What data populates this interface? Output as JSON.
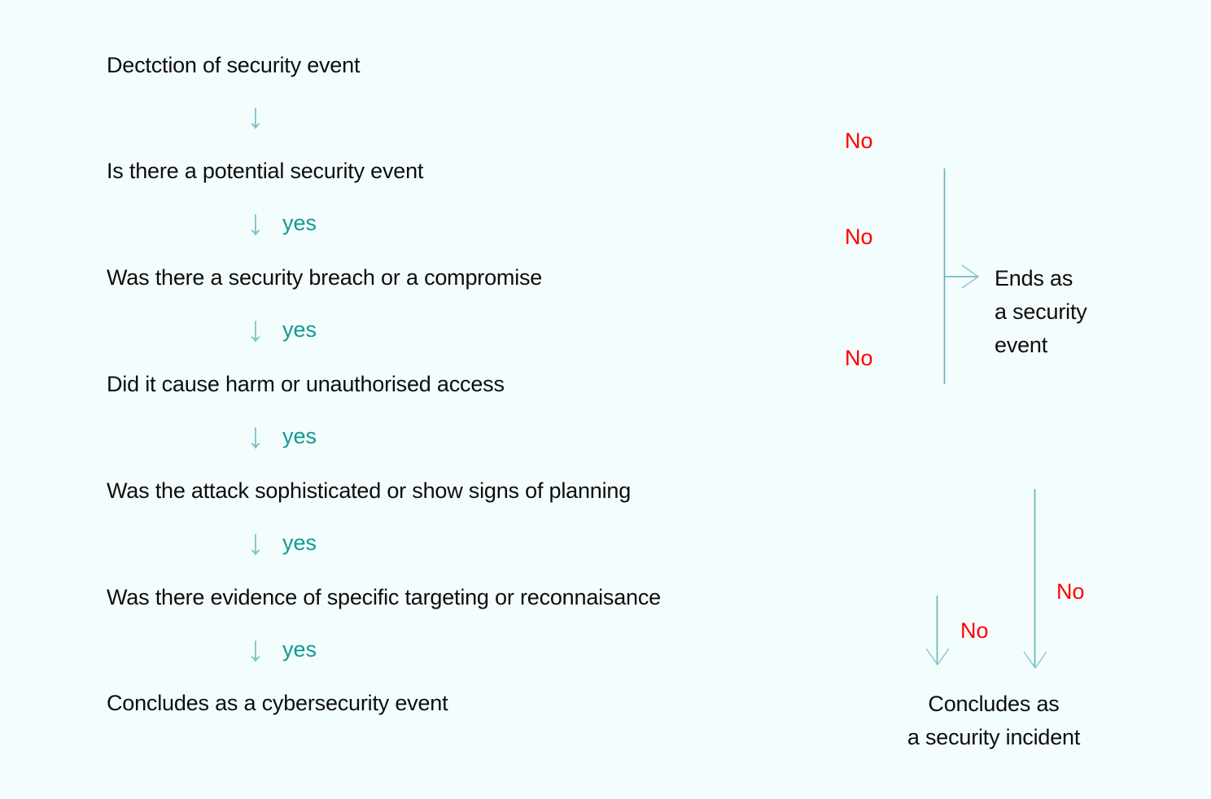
{
  "background_color": "#f4fdfd",
  "colors": {
    "text": "#0d0d0d",
    "yes": "#0e9a96",
    "no": "#fe0000",
    "connector": "#5fb2b8",
    "arrow_glyph": "#7ec4c8"
  },
  "flow": {
    "nodes": [
      {
        "id": "detection",
        "label": "Dectction of security event"
      },
      {
        "id": "q1",
        "label": "Is there a potential security event"
      },
      {
        "id": "q2",
        "label": "Was there a security breach or a compromise"
      },
      {
        "id": "q3",
        "label": "Did it cause harm or unauthorised access"
      },
      {
        "id": "q4",
        "label": "Was the attack sophisticated or show signs of planning"
      },
      {
        "id": "q5",
        "label": "Was there evidence of specific targeting or reconnaisance"
      },
      {
        "id": "conclusion",
        "label": "Concludes as a cybersecurity event"
      }
    ],
    "yes_edges": [
      {
        "id": "yes1",
        "label": "yes",
        "icon": "down-arrow-icon"
      },
      {
        "id": "yes2",
        "label": "yes",
        "icon": "down-arrow-icon"
      },
      {
        "id": "yes3",
        "label": "yes",
        "icon": "down-arrow-icon"
      },
      {
        "id": "yes4",
        "label": "yes",
        "icon": "down-arrow-icon"
      }
    ],
    "plain_edges": [
      {
        "id": "edge0",
        "label": "",
        "icon": "down-arrow-icon"
      }
    ],
    "no_edges": [
      {
        "id": "no1",
        "label": "No",
        "from": "q1",
        "to": "ends-as-security-event"
      },
      {
        "id": "no2",
        "label": "No",
        "from": "q2",
        "to": "ends-as-security-event"
      },
      {
        "id": "no3",
        "label": "No",
        "from": "q3",
        "to": "ends-as-security-event"
      },
      {
        "id": "no4",
        "label": "No",
        "from": "q4",
        "to": "concludes-as-security-incident"
      },
      {
        "id": "no5",
        "label": "No",
        "from": "q5",
        "to": "concludes-as-security-incident"
      }
    ],
    "terminals": [
      {
        "id": "ends-as-security-event",
        "lines": [
          "Ends as",
          "a security",
          "event"
        ],
        "line1": "Ends as",
        "line2": "a security",
        "line3": "event"
      },
      {
        "id": "concludes-as-security-incident",
        "lines": [
          "Concludes as",
          "a security incident"
        ],
        "line1": "Concludes as",
        "line2": "a security incident"
      }
    ]
  },
  "glyphs": {
    "down_arrow": "↓"
  }
}
